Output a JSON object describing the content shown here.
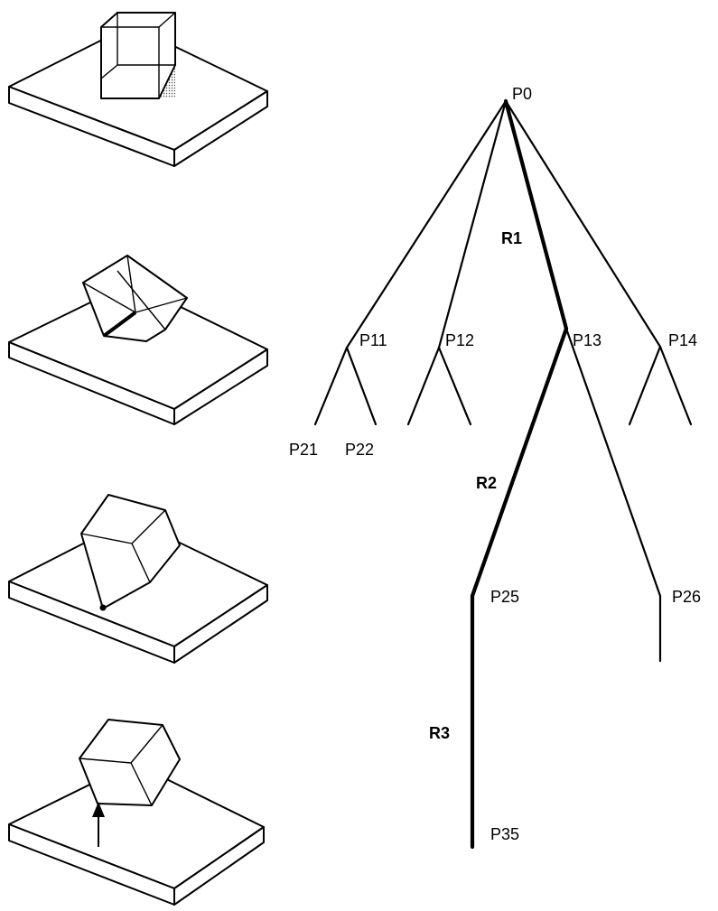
{
  "tree": {
    "nodes": {
      "p0": "P0",
      "p11": "P11",
      "p12": "P12",
      "p13": "P13",
      "p14": "P14",
      "p21": "P21",
      "p22": "P22",
      "p25": "P25",
      "p26": "P26",
      "p35": "P35"
    },
    "relations": {
      "r1": "R1",
      "r2": "R2",
      "r3": "R3"
    }
  },
  "colors": {
    "line": "#000000",
    "background": "#ffffff",
    "contact_shading": "#bdbdbd"
  }
}
